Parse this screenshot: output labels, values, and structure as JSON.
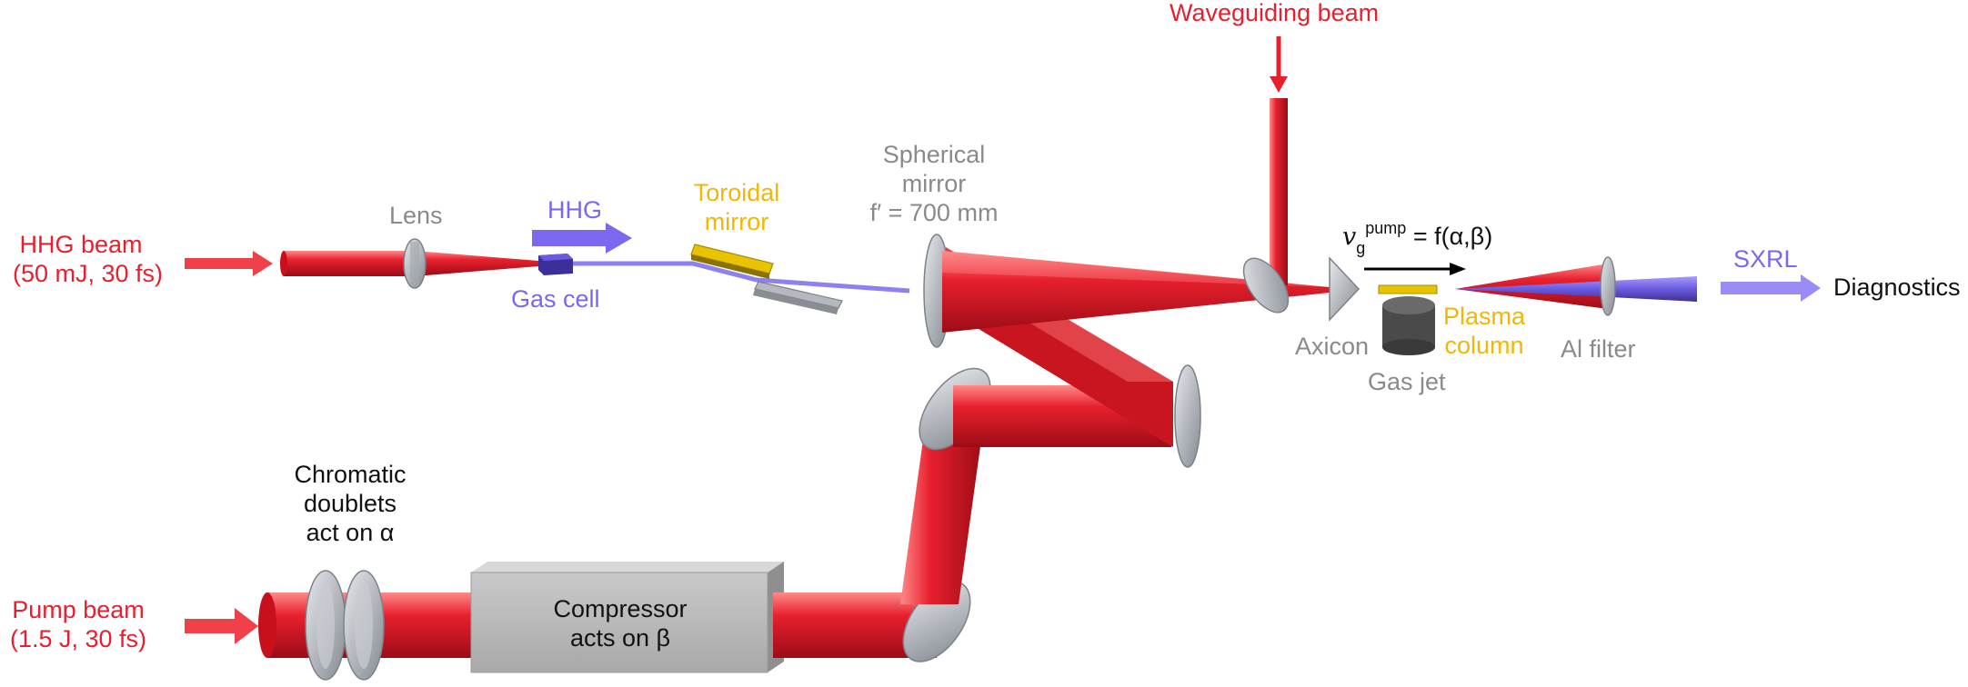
{
  "labels": {
    "hhg_beam": [
      "HHG beam",
      "(50 mJ, 30 fs)"
    ],
    "pump_beam": [
      "Pump beam",
      "(1.5 J, 30 fs)"
    ],
    "lens": "Lens",
    "hhg": "HHG",
    "gas_cell": "Gas cell",
    "toroidal_mirror": [
      "Toroidal",
      "mirror"
    ],
    "spherical_mirror": [
      "Spherical",
      "mirror",
      "f′ = 700 mm"
    ],
    "waveguiding_beam": "Waveguiding beam",
    "group_velocity": {
      "v": "v",
      "sub": "g",
      "sup": "pump",
      "rhs": " = f(α,β)"
    },
    "axicon": "Axicon",
    "plasma_column": [
      "Plasma",
      "column"
    ],
    "gas_jet": "Gas jet",
    "al_filter": "Al filter",
    "sxrl": "SXRL",
    "diagnostics": "Diagnostics",
    "chromatic_doublets": [
      "Chromatic",
      "doublets",
      "act on α"
    ],
    "compressor": [
      "Compressor",
      "acts on β"
    ]
  },
  "colors": {
    "laser_red": "#e8202e",
    "xray_violet": "#7b68ee",
    "optic_gray": "#b8bcc2",
    "label_gray": "#8a8a8a",
    "label_yellow": "#f2b705"
  }
}
